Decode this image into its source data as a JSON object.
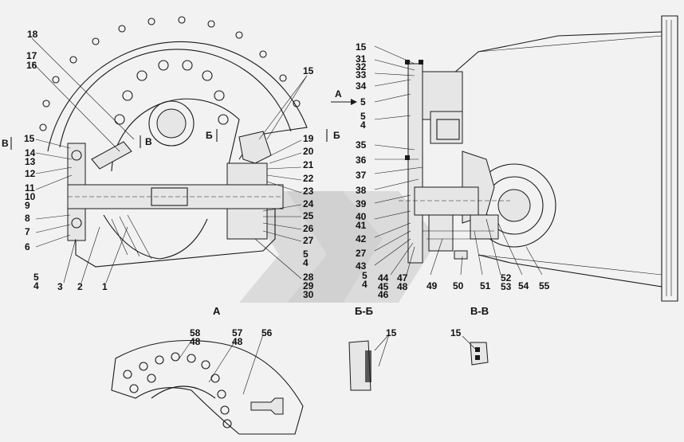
{
  "labels": [
    {
      "id": "l18",
      "text": "18"
    },
    {
      "id": "l17",
      "text": "17"
    },
    {
      "id": "l16",
      "text": "16"
    },
    {
      "id": "l15a",
      "text": "15"
    },
    {
      "id": "l15b",
      "text": "15"
    },
    {
      "id": "l14",
      "text": "14"
    },
    {
      "id": "l13",
      "text": "13"
    },
    {
      "id": "l12",
      "text": "12"
    },
    {
      "id": "l11",
      "text": "11"
    },
    {
      "id": "l10",
      "text": "10"
    },
    {
      "id": "l9",
      "text": "9"
    },
    {
      "id": "l8",
      "text": "8"
    },
    {
      "id": "l7",
      "text": "7"
    },
    {
      "id": "l6",
      "text": "6"
    },
    {
      "id": "l5a",
      "text": "5"
    },
    {
      "id": "l4a",
      "text": "4"
    },
    {
      "id": "l3",
      "text": "3"
    },
    {
      "id": "l2",
      "text": "2"
    },
    {
      "id": "l1",
      "text": "1"
    },
    {
      "id": "l19",
      "text": "19"
    },
    {
      "id": "l20",
      "text": "20"
    },
    {
      "id": "l21",
      "text": "21"
    },
    {
      "id": "l22",
      "text": "22"
    },
    {
      "id": "l23",
      "text": "23"
    },
    {
      "id": "l24",
      "text": "24"
    },
    {
      "id": "l25",
      "text": "25"
    },
    {
      "id": "l26",
      "text": "26"
    },
    {
      "id": "l27a",
      "text": "27"
    },
    {
      "id": "l5b",
      "text": "5"
    },
    {
      "id": "l4b",
      "text": "4"
    },
    {
      "id": "l28",
      "text": "28"
    },
    {
      "id": "l29",
      "text": "29"
    },
    {
      "id": "l30",
      "text": "30"
    },
    {
      "id": "l15c",
      "text": "15"
    },
    {
      "id": "l31",
      "text": "31"
    },
    {
      "id": "l32",
      "text": "32"
    },
    {
      "id": "l33",
      "text": "33"
    },
    {
      "id": "l34",
      "text": "34"
    },
    {
      "id": "l5c",
      "text": "5"
    },
    {
      "id": "l5d",
      "text": "5"
    },
    {
      "id": "l4c",
      "text": "4"
    },
    {
      "id": "l35",
      "text": "35"
    },
    {
      "id": "l36",
      "text": "36"
    },
    {
      "id": "l37",
      "text": "37"
    },
    {
      "id": "l38",
      "text": "38"
    },
    {
      "id": "l39",
      "text": "39"
    },
    {
      "id": "l40",
      "text": "40"
    },
    {
      "id": "l41",
      "text": "41"
    },
    {
      "id": "l42",
      "text": "42"
    },
    {
      "id": "l27b",
      "text": "27"
    },
    {
      "id": "l43",
      "text": "43"
    },
    {
      "id": "l5e",
      "text": "5"
    },
    {
      "id": "l4d",
      "text": "4"
    },
    {
      "id": "l44",
      "text": "44"
    },
    {
      "id": "l45",
      "text": "45"
    },
    {
      "id": "l46",
      "text": "46"
    },
    {
      "id": "l47",
      "text": "47"
    },
    {
      "id": "l48a",
      "text": "48"
    },
    {
      "id": "l49",
      "text": "49"
    },
    {
      "id": "l50",
      "text": "50"
    },
    {
      "id": "l51",
      "text": "51"
    },
    {
      "id": "l52",
      "text": "52"
    },
    {
      "id": "l53",
      "text": "53"
    },
    {
      "id": "l54",
      "text": "54"
    },
    {
      "id": "l55",
      "text": "55"
    },
    {
      "id": "l58",
      "text": "58"
    },
    {
      "id": "l48b",
      "text": "48"
    },
    {
      "id": "l57",
      "text": "57"
    },
    {
      "id": "l48c",
      "text": "48"
    },
    {
      "id": "l56",
      "text": "56"
    },
    {
      "id": "l15d",
      "text": "15"
    },
    {
      "id": "l15e",
      "text": "15"
    }
  ],
  "views": {
    "a": "A",
    "bb": "Б-Б",
    "vv": "В-В"
  },
  "markers": {
    "v_left": "В",
    "v_right": "В",
    "b_left": "Б",
    "b_right": "Б",
    "a_arrow": "А"
  }
}
